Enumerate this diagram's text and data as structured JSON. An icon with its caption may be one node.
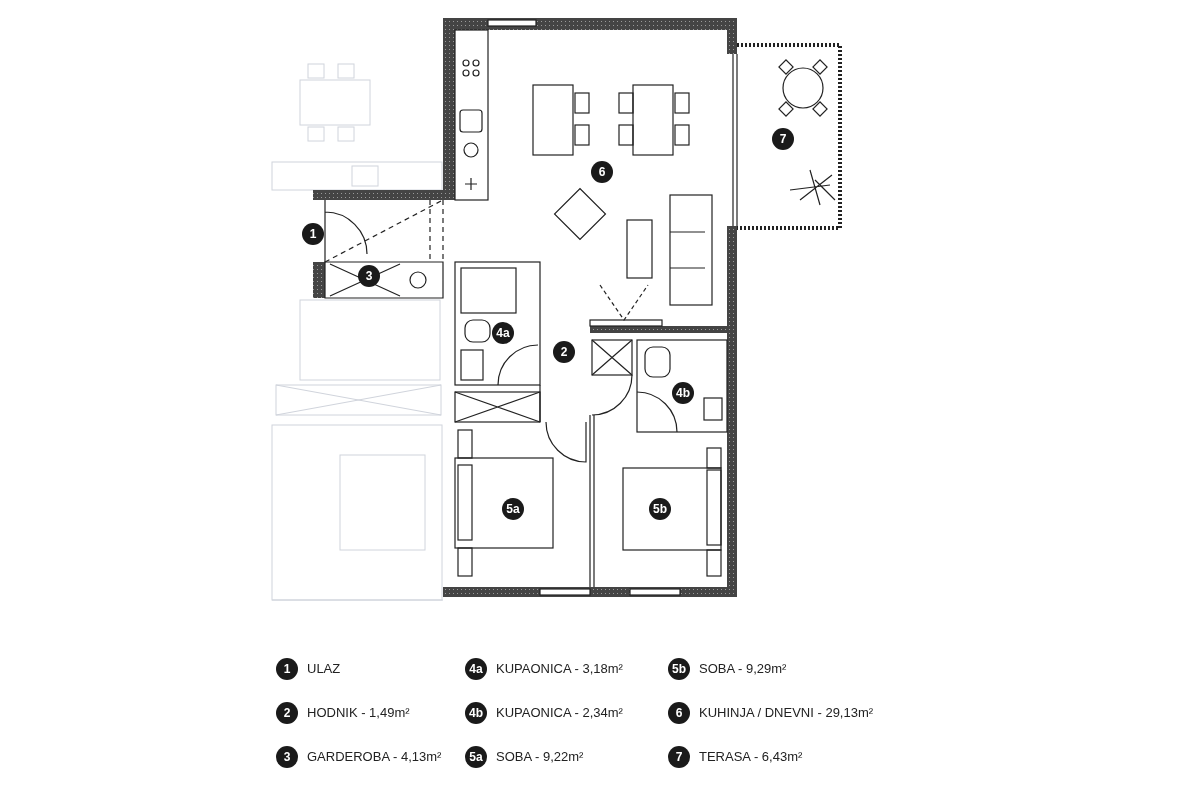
{
  "diagram": {
    "labels": [
      "6",
      "7",
      "1",
      "3",
      "4a",
      "2",
      "4b",
      "5a",
      "5b",
      "1",
      "ULAZ",
      "4a",
      "KUPAONICA - 3,18m²",
      "5b",
      "SOBA - 9,29m²",
      "2",
      "HODNIK - 1,49m²",
      "4b",
      "KUPAONICA - 2,34m²",
      "6",
      "KUHINJA / DNEVNI - 29,13m²",
      "3",
      "GARDEROBA - 4,13m²",
      "5a",
      "SOBA - 9,22m²",
      "7",
      "TERASA - 6,43m²"
    ]
  }
}
